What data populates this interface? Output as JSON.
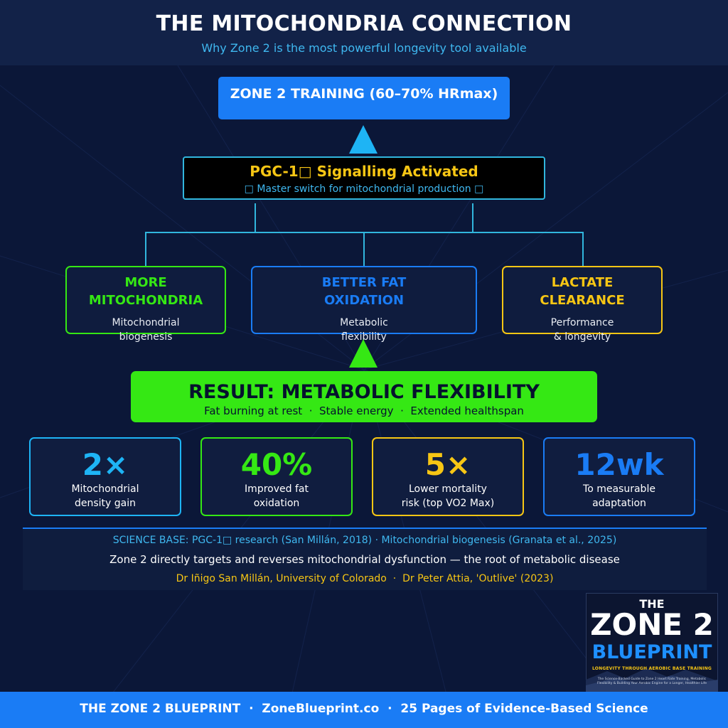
{
  "header": {
    "title": "THE MITOCHONDRIA CONNECTION",
    "subtitle": "Why Zone 2 is the most powerful longevity tool available"
  },
  "top_box": {
    "label": "ZONE 2 TRAINING (60–70% HRmax)"
  },
  "pgc_box": {
    "title": "PGC-1□ Signalling Activated",
    "subtitle": "□ Master switch for mitochondrial production □"
  },
  "benefits": [
    {
      "title_line1": "MORE",
      "title_line2": "MITOCHONDRIA",
      "sub_line1": "Mitochondrial",
      "sub_line2": "biogenesis",
      "color": "#35e814"
    },
    {
      "title_line1": "BETTER FAT",
      "title_line2": "OXIDATION",
      "sub_line1": "Metabolic",
      "sub_line2": "flexibility",
      "color": "#1a7cf5"
    },
    {
      "title_line1": "LACTATE",
      "title_line2": "CLEARANCE",
      "sub_line1": "Performance",
      "sub_line2": "& longevity",
      "color": "#f7c614"
    }
  ],
  "result": {
    "title": "RESULT: METABOLIC FLEXIBILITY",
    "subtitle": "Fat burning at rest  ·  Stable energy  ·  Extended healthspan"
  },
  "stats": [
    {
      "value": "2×",
      "label_line1": "Mitochondrial",
      "label_line2": "density gain",
      "color": "#1eb4f5"
    },
    {
      "value": "40%",
      "label_line1": "Improved fat",
      "label_line2": "oxidation",
      "color": "#35e814"
    },
    {
      "value": "5×",
      "label_line1": "Lower mortality",
      "label_line2": "risk (top VO2 Max)",
      "color": "#f7c614"
    },
    {
      "value": "12wk",
      "label_line1": "To measurable",
      "label_line2": "adaptation",
      "color": "#1a7cf5"
    }
  ],
  "science": {
    "base": "SCIENCE BASE: PGC-1□ research (San Millán, 2018) · Mitochondrial biogenesis (Granata et al., 2025)",
    "statement": "Zone 2 directly targets and reverses mitochondrial dysfunction — the root of metabolic disease",
    "credits": "Dr Iñigo San Millán, University of Colorado  ·  Dr Peter Attia, 'Outlive' (2023)"
  },
  "book": {
    "the": "THE",
    "zone": "ZONE 2",
    "blueprint": "BLUEPRINT",
    "tagline": "LONGEVITY THROUGH AEROBIC BASE TRAINING",
    "desc": "The Science-Backed Guide to Zone 2 Heart Rate Training, Metabolic Flexibility & Building Your Aerobic Engine for a Longer, Healthier Life"
  },
  "footer": {
    "text": "THE ZONE 2 BLUEPRINT  ·  ZoneBlueprint.co  ·  25 Pages of Evidence-Based Science"
  },
  "colors": {
    "background": "#0b1738",
    "accent_blue": "#1a7cf5",
    "cyan": "#31b6dd",
    "green": "#35e814",
    "gold": "#f7c614"
  }
}
